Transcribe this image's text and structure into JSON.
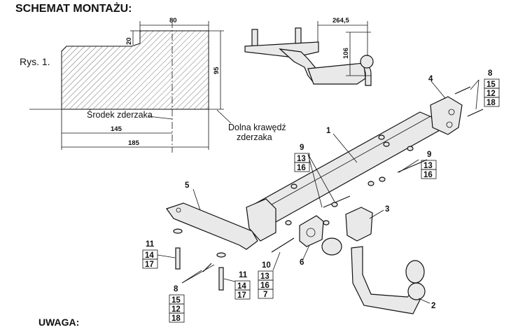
{
  "title": "SCHEMAT MONTAŻU:",
  "figure_label": "Rys. 1.",
  "note_heading": "UWAGA:",
  "dimensions": {
    "d80": "80",
    "d20": "20",
    "d95": "95",
    "d145": "145",
    "d185": "185",
    "d264": "264,5",
    "d106": "106"
  },
  "bumper_labels": {
    "center": "Środek zderzaka",
    "bottom_line1": "Dolna krawędź",
    "bottom_line2": "zderzaka"
  },
  "callouts": {
    "c1": "1",
    "c2": "2",
    "c3": "3",
    "c4": "4",
    "c5": "5",
    "c6": "6",
    "group_top_right": [
      "8",
      "15",
      "12",
      "18"
    ],
    "group_right_mid": [
      "9",
      "13",
      "16"
    ],
    "group_left_mid": [
      "9",
      "13",
      "16"
    ],
    "group_left_bolt": [
      "11",
      "14",
      "17"
    ],
    "group_bottom_bolt": [
      "11",
      "14",
      "17"
    ],
    "group_center_bolt": [
      "10",
      "13",
      "16",
      "7"
    ],
    "group_bottom_left": [
      "8",
      "15",
      "12",
      "18"
    ]
  }
}
